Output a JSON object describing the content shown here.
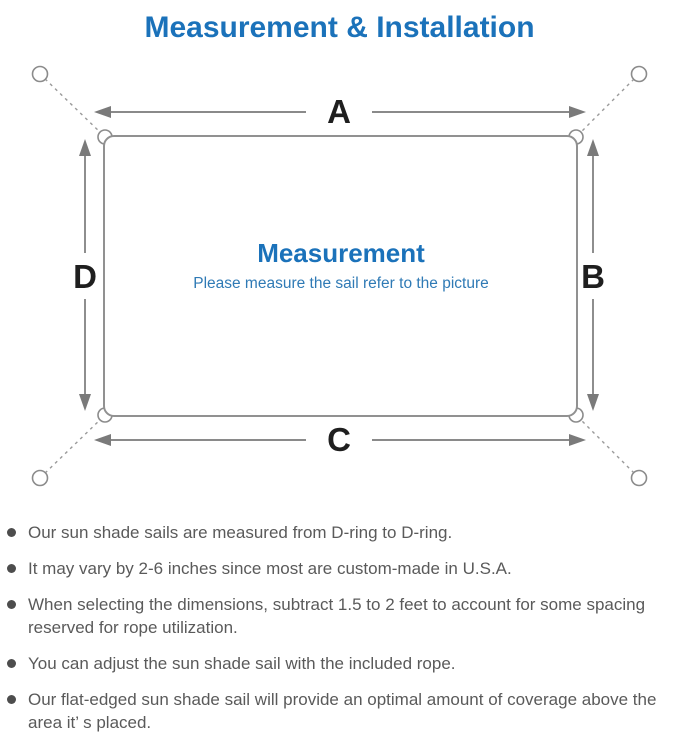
{
  "colors": {
    "title_blue": "#1b72ba",
    "center_subtitle_blue": "#2f7ab5",
    "outline_gray": "#919191",
    "arrow_gray": "#7a7a7a",
    "dim_label_black": "#1f1f1f",
    "note_text_gray": "#5a5a5a",
    "background": "#ffffff"
  },
  "header": {
    "title": "Measurement & Installation"
  },
  "diagram": {
    "center_title": "Measurement",
    "center_subtitle": "Please measure the sail refer to the picture",
    "labels": {
      "top": "A",
      "right": "B",
      "bottom": "C",
      "left": "D"
    }
  },
  "notes": {
    "items": [
      "Our sun shade sails are measured from D-ring to D-ring.",
      "It may vary by 2-6 inches since most are custom-made in U.S.A.",
      "When selecting the dimensions, subtract 1.5 to 2 feet to account for some spacing reserved for rope utilization.",
      "You can adjust the sun shade sail with the included rope.",
      "Our flat-edged sun shade sail will provide an optimal amount of coverage above the area it’ s placed."
    ]
  }
}
